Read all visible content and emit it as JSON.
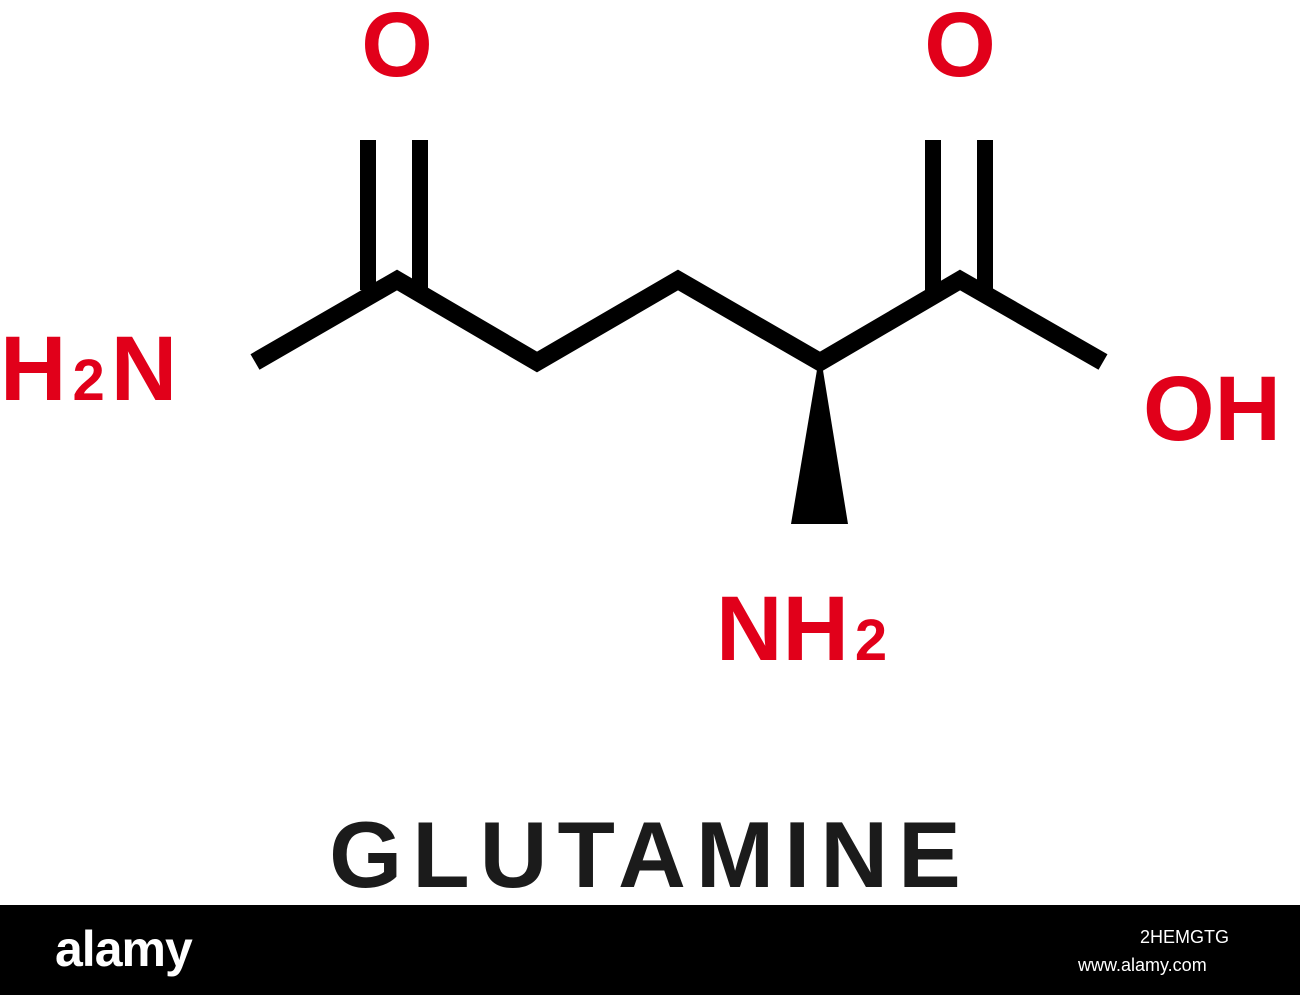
{
  "molecule": {
    "name": "GLUTAMINE",
    "atoms": {
      "amide_oxygen": "O",
      "acid_oxygen": "O",
      "amide_nitrogen": {
        "prefix": "H",
        "sub": "2",
        "suffix": "N"
      },
      "hydroxyl": "OH",
      "amino": {
        "prefix": "NH",
        "sub": "2"
      }
    }
  },
  "colors": {
    "heteroatom": "#e1001a",
    "bond": "#000000",
    "caption": "#1b1b1b",
    "footer": "#000000"
  },
  "footer": {
    "wordmark": "alamy",
    "image_code": "2HEMGTG",
    "url": "www.alamy.com"
  }
}
